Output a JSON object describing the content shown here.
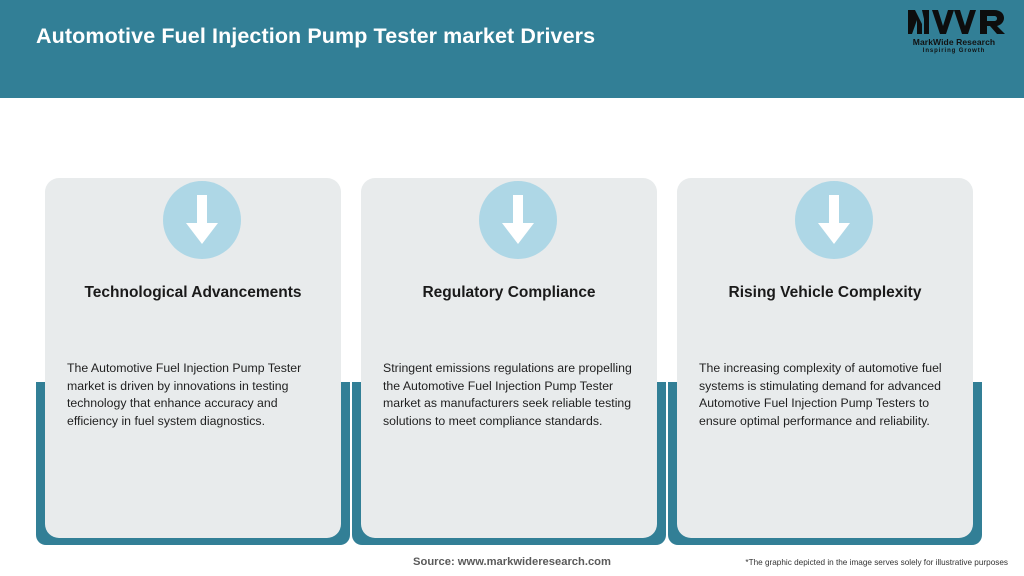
{
  "header": {
    "title": "Automotive Fuel Injection Pump Tester market Drivers",
    "background_color": "#327f96",
    "title_color": "#ffffff",
    "logo": {
      "mark": "MWR",
      "name": "MarkWide Research",
      "tagline": "Inspiring Growth"
    }
  },
  "cards": [
    {
      "icon": "down-arrow-icon",
      "title": "Technological Advancements",
      "body": "The Automotive Fuel Injection Pump Tester market is driven by innovations in testing technology that enhance accuracy and efficiency in fuel system diagnostics."
    },
    {
      "icon": "down-arrow-icon",
      "title": "Regulatory Compliance",
      "body": "Stringent emissions regulations are propelling the Automotive Fuel Injection Pump Tester market as manufacturers seek reliable testing solutions to meet compliance standards."
    },
    {
      "icon": "down-arrow-icon",
      "title": "Rising Vehicle Complexity",
      "body": "The increasing complexity of automotive fuel systems is stimulating demand for advanced Automotive Fuel Injection Pump Testers to ensure optimal performance and reliability."
    }
  ],
  "footer": {
    "source": "Source: www.markwideresearch.com",
    "disclaimer": "*The graphic depicted in the image serves solely for illustrative purposes"
  },
  "colors": {
    "teal": "#327f96",
    "card_gray": "#e8ebec",
    "icon_blue": "#aed7e6",
    "white": "#ffffff"
  }
}
